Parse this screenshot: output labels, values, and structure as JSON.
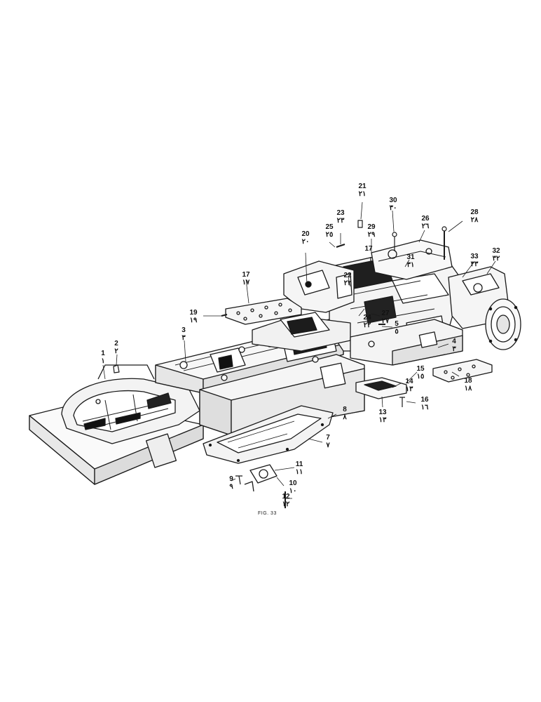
{
  "figure": {
    "caption": "FIG. 33",
    "callouts": [
      {
        "num": "1",
        "ar": "١"
      },
      {
        "num": "2",
        "ar": "٢"
      },
      {
        "num": "3",
        "ar": "٣"
      },
      {
        "num": "4",
        "ar": "٣"
      },
      {
        "num": "5",
        "ar": "٥"
      },
      {
        "num": "7",
        "ar": "٧"
      },
      {
        "num": "8",
        "ar": "٨"
      },
      {
        "num": "9",
        "ar": "٩"
      },
      {
        "num": "10",
        "ar": "١٠"
      },
      {
        "num": "11",
        "ar": "١١"
      },
      {
        "num": "12",
        "ar": "١٢"
      },
      {
        "num": "13",
        "ar": "١٣"
      },
      {
        "num": "14",
        "ar": "١٣"
      },
      {
        "num": "15",
        "ar": "١٥"
      },
      {
        "num": "16",
        "ar": "١٦"
      },
      {
        "num": "17",
        "ar": "١٧"
      },
      {
        "num": "17",
        "ar": "١٧"
      },
      {
        "num": "18",
        "ar": "١٨"
      },
      {
        "num": "19",
        "ar": "١٩"
      },
      {
        "num": "20",
        "ar": "٢٠"
      },
      {
        "num": "21",
        "ar": "٢١"
      },
      {
        "num": "22",
        "ar": "٢٢"
      },
      {
        "num": "23",
        "ar": "٢٣"
      },
      {
        "num": "24",
        "ar": "٢٢"
      },
      {
        "num": "25",
        "ar": "٢٥"
      },
      {
        "num": "26",
        "ar": "٢٦"
      },
      {
        "num": "27",
        "ar": "٢٧"
      },
      {
        "num": "28",
        "ar": "٢٨"
      },
      {
        "num": "29",
        "ar": "٢٩"
      },
      {
        "num": "30",
        "ar": "٣٠"
      },
      {
        "num": "31",
        "ar": "٣١"
      },
      {
        "num": "32",
        "ar": "٣٢"
      },
      {
        "num": "33",
        "ar": "٣٣"
      }
    ]
  }
}
